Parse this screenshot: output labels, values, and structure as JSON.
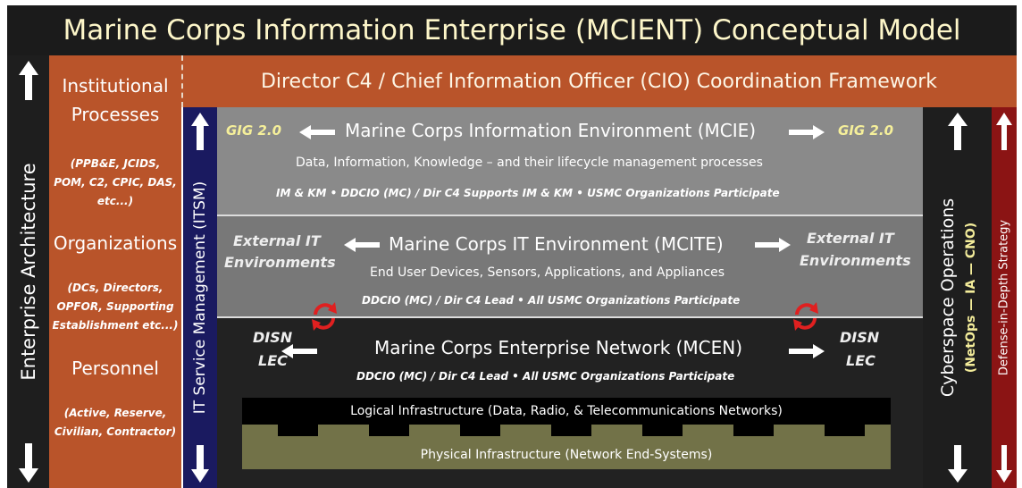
{
  "title": "Marine Corps Information Enterprise (MCIENT) Conceptual Model",
  "left_column": {
    "label": "Enterprise Architecture"
  },
  "institutional": {
    "processes_heading_1": "Institutional",
    "processes_heading_2": "Processes",
    "processes_items_1": "(PPB&E, JCIDS,",
    "processes_items_2": "POM, C2, CPIC, DAS,",
    "processes_items_3": "etc...)",
    "organizations_heading": "Organizations",
    "organizations_items_1": "(DCs, Directors,",
    "organizations_items_2": "OPFOR, Supporting",
    "organizations_items_3": "Establishment etc...)",
    "personnel_heading": "Personnel",
    "personnel_items_1": "(Active, Reserve,",
    "personnel_items_2": "Civilian, Contractor)"
  },
  "cio_framework": "Director C4 / Chief Information Officer (CIO) Coordination Framework",
  "itsm": {
    "label": "IT Service Management (ITSM)"
  },
  "mcie": {
    "title": "Marine Corps Information Environment (MCIE)",
    "left_link": "GIG 2.0",
    "right_link": "GIG 2.0",
    "description": "Data, Information, Knowledge – and their lifecycle management processes",
    "note": "IM & KM •  DDCIO (MC) / Dir C4 Supports  IM & KM •  USMC Organizations  Participate"
  },
  "mcite": {
    "title": "Marine Corps IT Environment (MCITE)",
    "left_link_1": "External  IT",
    "left_link_2": "Environments",
    "right_link_1": "External  IT",
    "right_link_2": "Environments",
    "description": "End User Devices, Sensors, Applications, and Appliances",
    "note": "DDCIO (MC) / Dir C4 Lead  •  All USMC Organizations  Participate"
  },
  "mcen": {
    "title": "Marine Corps Enterprise Network (MCEN)",
    "left_link_1": "DISN",
    "left_link_2": "LEC",
    "right_link_1": "DISN",
    "right_link_2": "LEC",
    "note": "DDCIO (MC) / Dir C4 Lead  •  All USMC Organizations  Participate"
  },
  "infrastructure": {
    "logical": "Logical Infrastructure (Data, Radio, & Telecommunications Networks)",
    "physical": "Physical Infrastructure (Network End-Systems)"
  },
  "cyberspace": {
    "label_1": "Cyberspace  Operations",
    "label_2": "(NetOps  —  IA —  CNO)"
  },
  "defense": {
    "label": "Defense-in-Depth  Strategy"
  },
  "colors": {
    "orange": "#b9542a",
    "navy": "#1a1a60",
    "dark_red": "#8b1414",
    "olive": "#727248",
    "title_text": "#fdf6c9"
  }
}
